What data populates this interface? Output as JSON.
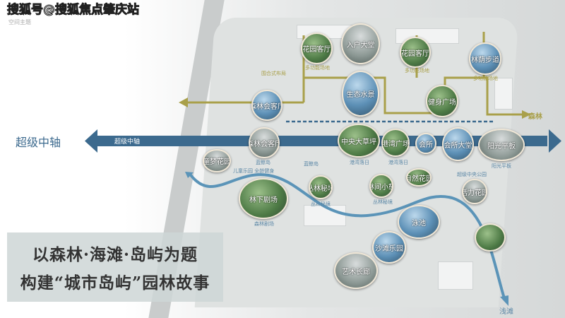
{
  "watermark": "搜狐号@搜狐焦点肇庆站",
  "subtitle": "空间主题",
  "axis": {
    "left_label": "超级中轴",
    "bar_label": "超级中轴"
  },
  "endpoints": {
    "forest": "森林",
    "shoal": "浅滩"
  },
  "title": {
    "line1": "以森林·海滩·岛屿为题",
    "line2": "构建“城市岛屿”园林故事"
  },
  "circles": [
    "花园客厅",
    "入户大堂",
    "花园客厅",
    "林荫步道",
    "森林会客厅",
    "生态水景",
    "健身广场",
    "森林会客厅",
    "中央大草坪",
    "港湾广场",
    "会所",
    "会所大堂",
    "阳光平板",
    "童梦花园",
    "林下剧场",
    "丛林秘境",
    "林间小憩",
    "自然花园",
    "活力花园",
    "泳池",
    "沙滩乐园",
    "艺术长廊"
  ],
  "small_labels": {
    "multi1": "多功能场地",
    "multi2": "多功能场地",
    "multi3": "多功能场地",
    "enclosed": "围合式布局",
    "bluewhale1": "蓝鲸岛",
    "bluewhale2": "蓝鲸岛",
    "kids": "儿童乐园  全龄健身",
    "harbor1": "港湾落日",
    "harbor2": "港湾落日",
    "deck": "阳光平板",
    "park": "超级中央公园",
    "theatre": "森林剧场",
    "jungle1": "丛林秘境",
    "jungle2": "丛林秘境"
  },
  "colors": {
    "axis": "#3c6a8e",
    "olive": "#a9a04a",
    "river": "#5b94b8"
  }
}
